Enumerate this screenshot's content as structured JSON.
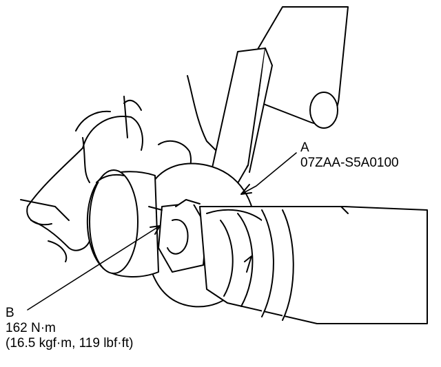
{
  "callouts": {
    "a": {
      "letter": "A",
      "part_number": "07ZAA-S5A0100"
    },
    "b": {
      "letter": "B",
      "torque_nm": "162 N·m",
      "torque_alt": "(16.5 kgf·m, 119 lbf·ft)"
    }
  },
  "colors": {
    "ink": "#000000",
    "paper": "#ffffff"
  }
}
